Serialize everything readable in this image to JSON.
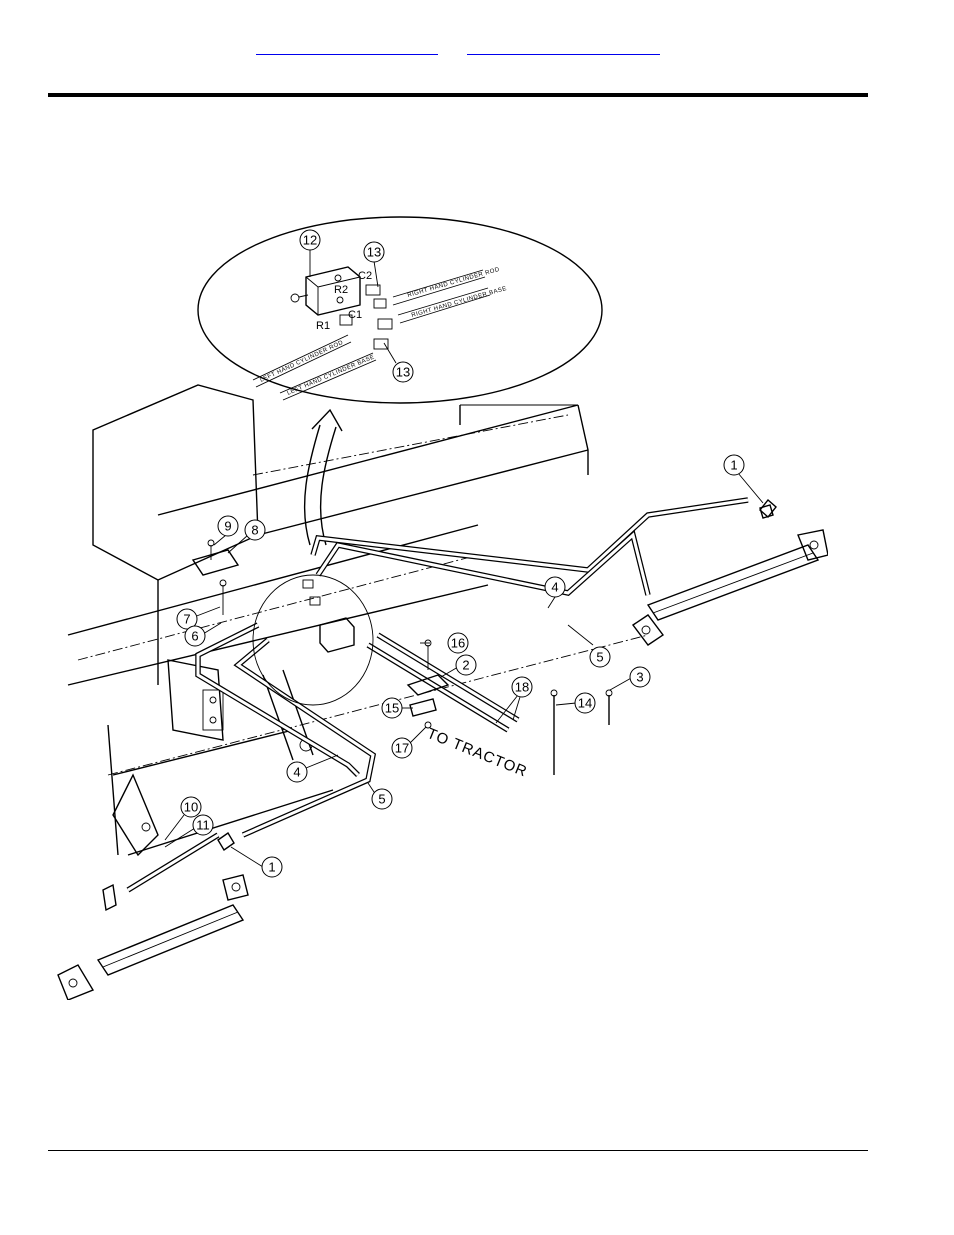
{
  "header": {
    "link_a": "",
    "link_b": ""
  },
  "diagram": {
    "callouts": [
      "1",
      "1",
      "2",
      "3",
      "4",
      "4",
      "5",
      "5",
      "6",
      "7",
      "8",
      "9",
      "10",
      "11",
      "12",
      "13",
      "13",
      "14",
      "15",
      "16",
      "17",
      "18"
    ],
    "port_labels": {
      "c1": "C1",
      "c2": "C2",
      "r1": "R1",
      "r2": "R2"
    },
    "hose_labels": {
      "right_rod": "RIGHT HAND CYLINDER ROD",
      "right_base": "RIGHT HAND CYLINDER BASE",
      "left_rod": "LEFT HAND CYLINDER ROD",
      "left_base": "LEFT HAND CYLINDER BASE"
    },
    "to_tractor": "TO TRACTOR"
  }
}
